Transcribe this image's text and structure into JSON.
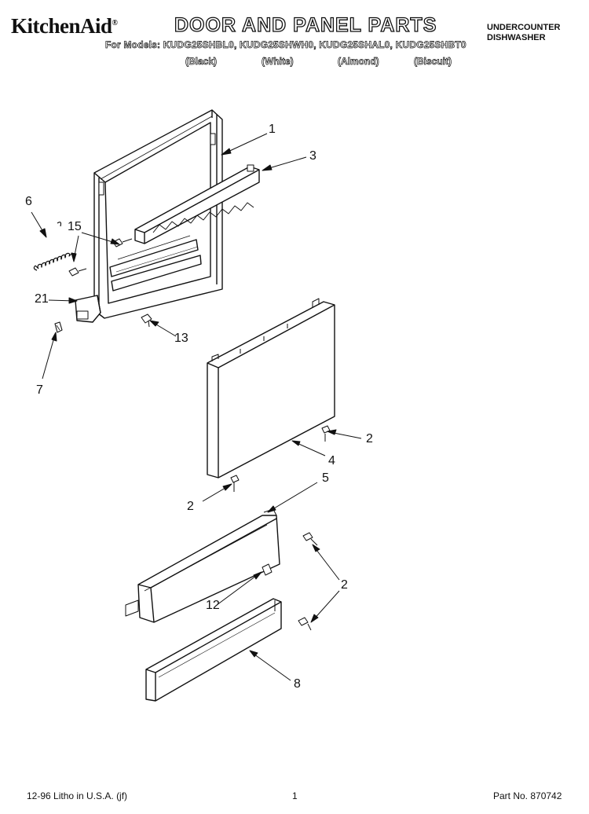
{
  "header": {
    "brand": "KitchenAid",
    "brand_mark": "®",
    "title": "DOOR AND PANEL PARTS",
    "models_line": "For Models: KUDG25SHBL0, KUDG25SHWH0, KUDG25SHAL0, KUDG25SHBT0",
    "colors": [
      "(Black)",
      "(White)",
      "(Almond)",
      "(Biscuit)"
    ],
    "product_line1": "UNDERCOUNTER",
    "product_line2": "DISHWASHER"
  },
  "callouts": {
    "c1": "1",
    "c3": "3",
    "c6": "6",
    "c15": "15",
    "c21": "21",
    "c7": "7",
    "c13": "13",
    "c2a": "2",
    "c4": "4",
    "c2b": "2",
    "c5": "5",
    "c2c": "2",
    "c12": "12",
    "c8": "8"
  },
  "footer": {
    "left": "12-96 Litho in U.S.A. (jf)",
    "center": "1",
    "right": "Part No. 870742"
  }
}
